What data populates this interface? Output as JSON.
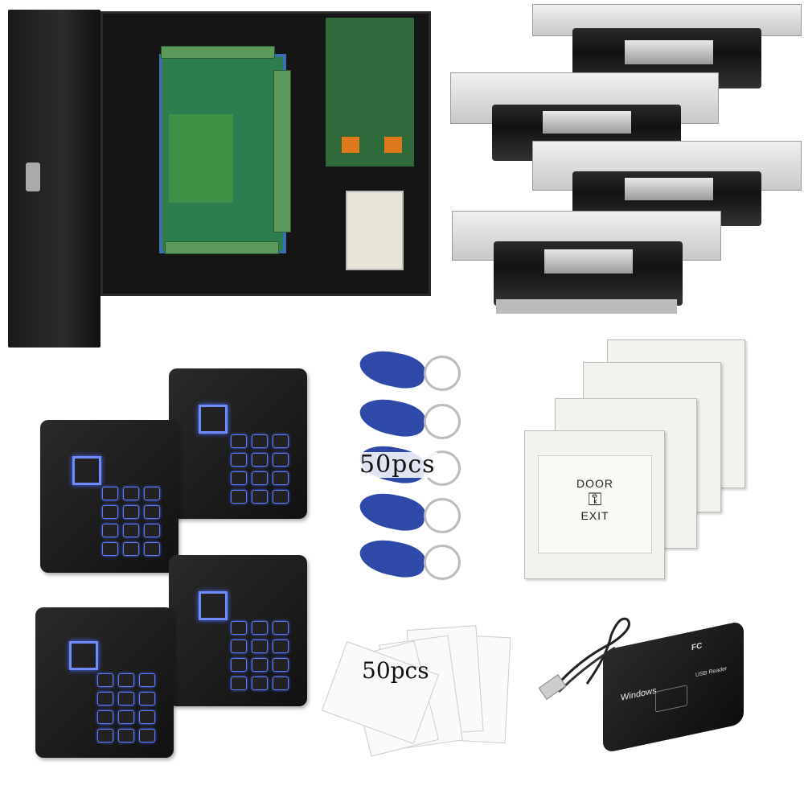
{
  "fobs": {
    "quantity_label": "50pcs",
    "color": "#2d4aa8"
  },
  "cards": {
    "quantity_label": "50pcs"
  },
  "exit_button": {
    "top_label": "DOOR",
    "bottom_label": "EXIT",
    "icon": "key-icon"
  },
  "usb_reader": {
    "brand_label": "Windows",
    "model_label": "USB Reader",
    "cert_label": "FC"
  },
  "colors": {
    "keypad_backlight": "#6e8cff",
    "pcb": "#2e7d4e",
    "enclosure": "#151515"
  }
}
